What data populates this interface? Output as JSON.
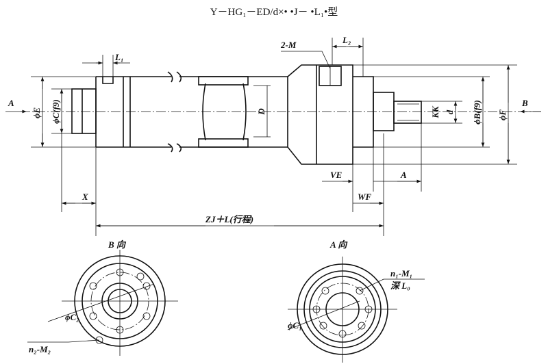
{
  "title": "Y－HG₁－ED/d×• •J－ •L₁•型",
  "labels": {
    "L1": "L₁",
    "two_M": "2-M",
    "L2": "L₂",
    "A_left": "A",
    "B_right": "B",
    "phiE": "ϕE",
    "phiC": "ϕC(f9)",
    "D": "D",
    "KK": "KK",
    "d": "d",
    "phiB": "ϕB(f9)",
    "phiF": "ϕF",
    "VE": "VE",
    "A_dim": "A",
    "WF": "WF",
    "X": "X",
    "ZJL": "ZJ＋L(行程)"
  },
  "views": {
    "B": {
      "title": "B 向",
      "phiC2": "ϕC₂",
      "n2M2": "n₂-M₂"
    },
    "A": {
      "title": "A 向",
      "phiC1": "ϕC₁",
      "n1M1": "n₁-M₁",
      "depth": "深 L₀"
    }
  }
}
